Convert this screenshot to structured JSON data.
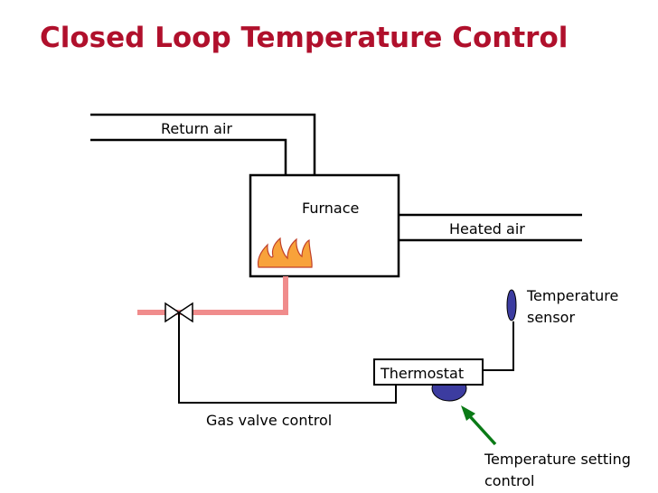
{
  "title": "Closed Loop Temperature Control",
  "colors": {
    "title": "#B0102C",
    "line": "#000000",
    "gas_pipe": "#F08C8C",
    "flame_fill": "#F8A23A",
    "sensor_fill": "#3C3CA0",
    "knob_fill": "#3C3CA0",
    "arrow": "#0A7A16"
  },
  "labels": {
    "return_air": "Return air",
    "furnace": "Furnace",
    "heated_air": "Heated air",
    "temperature_sensor": [
      "Temperature",
      "sensor"
    ],
    "thermostat": "Thermostat",
    "gas_valve_control": "Gas valve control",
    "temperature_setting_control": [
      "Temperature setting",
      "control"
    ]
  },
  "icons": {
    "burner": "flame-icon",
    "valve": "gas-valve-icon",
    "sensor": "temperature-sensor-icon",
    "knob": "setting-knob-icon",
    "pointer": "arrow-icon"
  }
}
